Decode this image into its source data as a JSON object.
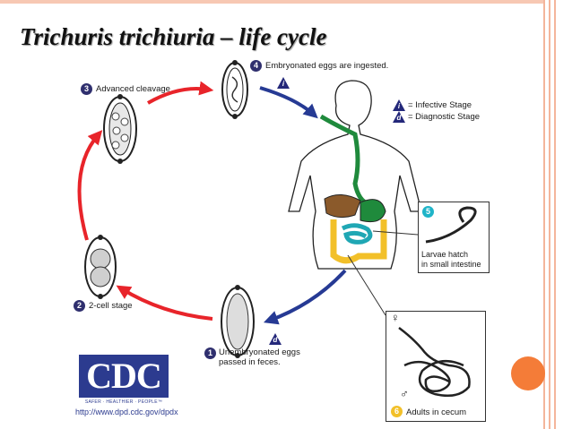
{
  "title": "Trichuris trichiuria – life cycle",
  "colors": {
    "cycle_arrow_red": "#e8242a",
    "cycle_arrow_blue": "#263a94",
    "badge_navy": "#2f2f6e",
    "accent_dot": "#f47c38",
    "rule": "#f4b59b"
  },
  "legend": [
    {
      "mark": "i",
      "label": "= Infective Stage"
    },
    {
      "mark": "d",
      "label": "= Diagnostic Stage"
    }
  ],
  "stages": [
    {
      "number": "1",
      "line1": "Unembryonated eggs",
      "line2": "passed in feces."
    },
    {
      "number": "2",
      "label": "2-cell stage"
    },
    {
      "number": "3",
      "label": "Advanced cleavage"
    },
    {
      "number": "4",
      "label": "Embryonated eggs are ingested."
    },
    {
      "number": "5",
      "line1": "Larvae hatch",
      "line2": "in small intestine"
    },
    {
      "number": "6",
      "label": "Adults in cecum"
    }
  ],
  "sex_symbols": {
    "female": "♀",
    "male": "♂"
  },
  "logo": {
    "text": "CDC",
    "tagline": "SAFER · HEALTHIER · PEOPLE™"
  },
  "source_url": "http://www.dpd.cdc.gov/dpdx"
}
